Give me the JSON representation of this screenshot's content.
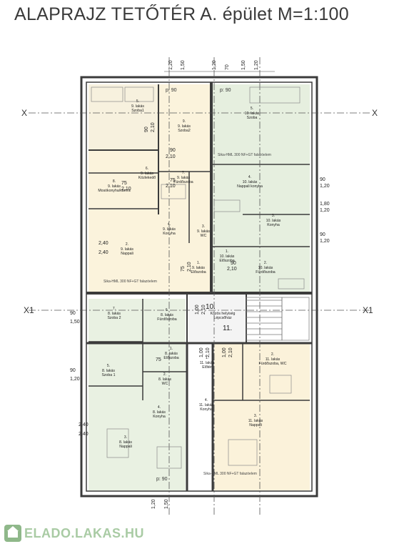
{
  "title": "ALAPRAJZ TETŐTÉR  A. épület M=1:100",
  "watermark": "ELADO.LAKAS.HU",
  "colors": {
    "wall": "#3b3b3b",
    "apt8_fill": "#e9f1e2",
    "apt9_fill": "#fbf3dc",
    "apt10_fill": "#e6efdf",
    "apt11_fill": "#fbf2da",
    "stair_fill": "#f4f4f4",
    "dim_line": "#444444"
  },
  "axes": {
    "x": "X",
    "x1": "X1"
  },
  "top_dims": [
    "1,20",
    "1,50",
    "1,20",
    "70",
    "1,50",
    "1,20"
  ],
  "bottom_dims": [
    "1,20",
    "1,50"
  ],
  "side_dims_right": [
    "90",
    "1,20",
    "1,80",
    "1,20",
    "90",
    "1,20"
  ],
  "side_dims_left_upper": [
    "2,40",
    "2,40"
  ],
  "side_dims_left_lower": [
    "90",
    "1,50",
    "90",
    "1,20",
    "2,40",
    "2,40"
  ],
  "inner_dims": [
    "90",
    "2,10",
    "90",
    "2,10",
    "75",
    "2,10",
    "75",
    "2,10",
    "75",
    "2,10",
    "90",
    "2,10",
    "1,00",
    "2,10",
    "75",
    "1,00",
    "2,10",
    "1,00",
    "2,10",
    "10.",
    "11."
  ],
  "notes": {
    "wall_top": "Sika-HML 300 NF+GT falazóelem",
    "wall_mid": "Sika-HML 300 NF+GT falazóelem",
    "wall_bottom": "Sika-HML 300 NF+GT falazóelem",
    "window_p90": "p: 90"
  },
  "rooms": [
    {
      "id": "r9-szoba1",
      "num": "5.",
      "line1": "9. lakás",
      "line2": "Szoba1"
    },
    {
      "id": "r9-szoba2",
      "num": "9.",
      "line1": "9. lakás",
      "line2": "Szoba2"
    },
    {
      "id": "r9-kozlekedo",
      "num": "6.",
      "line1": "9. lakás",
      "line2": "Közlekedő"
    },
    {
      "id": "r9-furdo",
      "num": "7.",
      "line1": "9. lakás",
      "line2": "Fürdőszoba"
    },
    {
      "id": "r9-mosokonyha",
      "num": "8.",
      "line1": "9. lakás",
      "line2": "Mosókonyha/kamra"
    },
    {
      "id": "r9-konyha",
      "num": "4.",
      "line1": "9. lakás",
      "line2": "Konyha"
    },
    {
      "id": "r9-wc",
      "num": "3.",
      "line1": "9. lakás",
      "line2": "WC"
    },
    {
      "id": "r9-nappali",
      "num": "2.",
      "line1": "9. lakás",
      "line2": "Nappali"
    },
    {
      "id": "r9-eloszoba",
      "num": "1.",
      "line1": "9. lakás",
      "line2": "Előszoba"
    },
    {
      "id": "r10-szoba",
      "num": "5.",
      "line1": "10. lakás",
      "line2": "Szoba"
    },
    {
      "id": "r10-nappali",
      "num": "4.",
      "line1": "10. lakás",
      "line2": "Nappali konyha"
    },
    {
      "id": "r10-konyha",
      "num": "3.",
      "line1": "10. lakás",
      "line2": "Konyha"
    },
    {
      "id": "r10-eloszoba",
      "num": "1.",
      "line1": "10. lakás",
      "line2": "Előszoba"
    },
    {
      "id": "r10-furdo",
      "num": "2.",
      "line1": "10. lakás",
      "line2": "Fürdőszoba"
    },
    {
      "id": "r-lepcso",
      "num": "",
      "line1": "Közös helyiség",
      "line2": "Lépcsőház"
    },
    {
      "id": "r8-szoba2",
      "num": "7.",
      "line1": "8. lakás",
      "line2": "Szoba 2"
    },
    {
      "id": "r8-furdo",
      "num": "6.",
      "line1": "8. lakás",
      "line2": "Fürdőszoba"
    },
    {
      "id": "r8-eloszoba",
      "num": "1.",
      "line1": "8. lakás",
      "line2": "Előszoba"
    },
    {
      "id": "r8-szoba1",
      "num": "5.",
      "line1": "8. lakás",
      "line2": "Szoba 1"
    },
    {
      "id": "r8-wc",
      "num": "2.",
      "line1": "8. lakás",
      "line2": "WC"
    },
    {
      "id": "r8-konyha",
      "num": "4.",
      "line1": "8. lakás",
      "line2": "Konyha"
    },
    {
      "id": "r8-nappali",
      "num": "3.",
      "line1": "8. lakás",
      "line2": "Nappali"
    },
    {
      "id": "r11-eloter",
      "num": "1.",
      "line1": "11. lakás",
      "line2": "Előtér"
    },
    {
      "id": "r11-furdo",
      "num": "2.",
      "line1": "11. lakás",
      "line2": "Fürdőszoba, WC"
    },
    {
      "id": "r11-konyha",
      "num": "4.",
      "line1": "11. lakás",
      "line2": "Konyha"
    },
    {
      "id": "r11-nappali",
      "num": "3.",
      "line1": "11. lakás",
      "line2": "Nappali"
    }
  ]
}
